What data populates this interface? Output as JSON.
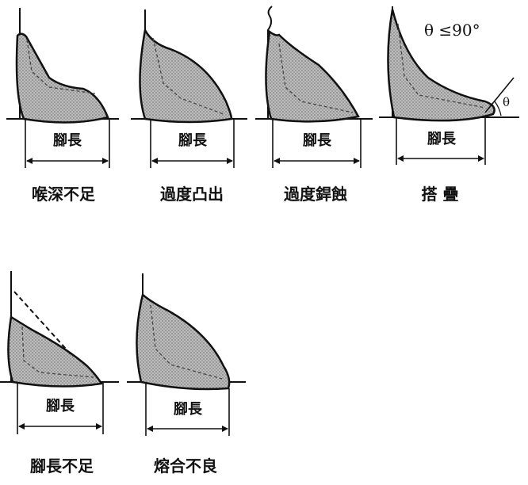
{
  "leg_label": "腳長",
  "captions": {
    "insufficient_throat": "喉深不足",
    "excessive_convexity": "過度凸出",
    "excessive_undercut": "過度銲蝕",
    "overlap": "搭 疊",
    "insufficient_leg": "腳長不足",
    "poor_fusion": "熔合不良"
  },
  "overlap_angle_note": "θ ≤90°",
  "theta_symbol": "θ",
  "colors": {
    "ink": "#111111",
    "fill": "#c8c8c8"
  }
}
